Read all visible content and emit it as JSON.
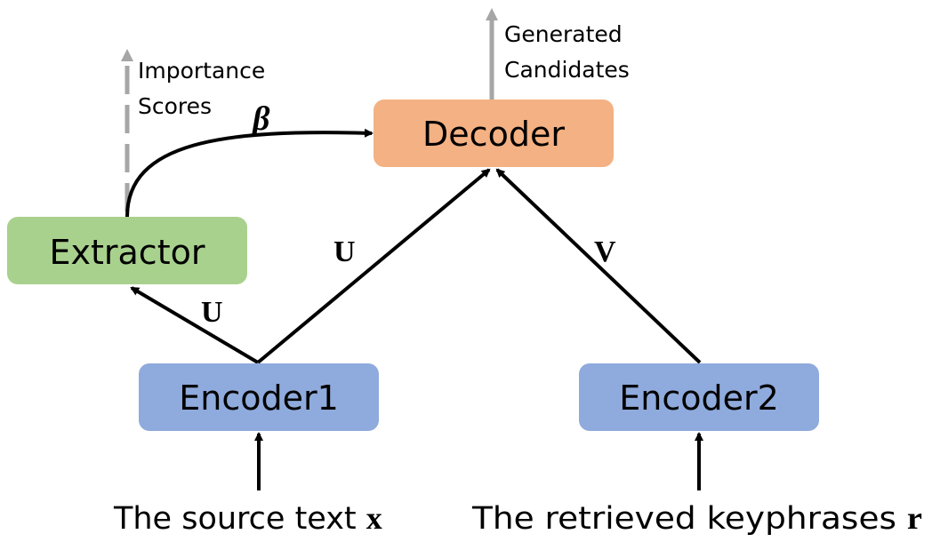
{
  "boxes": {
    "decoder": {
      "label": "Decoder",
      "fill": "#f4b183"
    },
    "extractor": {
      "label": "Extractor",
      "fill": "#a9d18e"
    },
    "encoder1": {
      "label": "Encoder1",
      "fill": "#8faadc"
    },
    "encoder2": {
      "label": "Encoder2",
      "fill": "#8faadc"
    }
  },
  "outputs": {
    "importance_scores": [
      "Importance",
      "Scores"
    ],
    "generated_candidates": [
      "Generated",
      "Candidates"
    ]
  },
  "edge_labels": {
    "beta": "β",
    "u_extractor": "U",
    "u_decoder": "U",
    "v_decoder": "V"
  },
  "inputs": {
    "source": {
      "text": "The source text ",
      "var": "x"
    },
    "retrieved": {
      "text": "The retrieved keyphrases ",
      "var": "r"
    }
  }
}
